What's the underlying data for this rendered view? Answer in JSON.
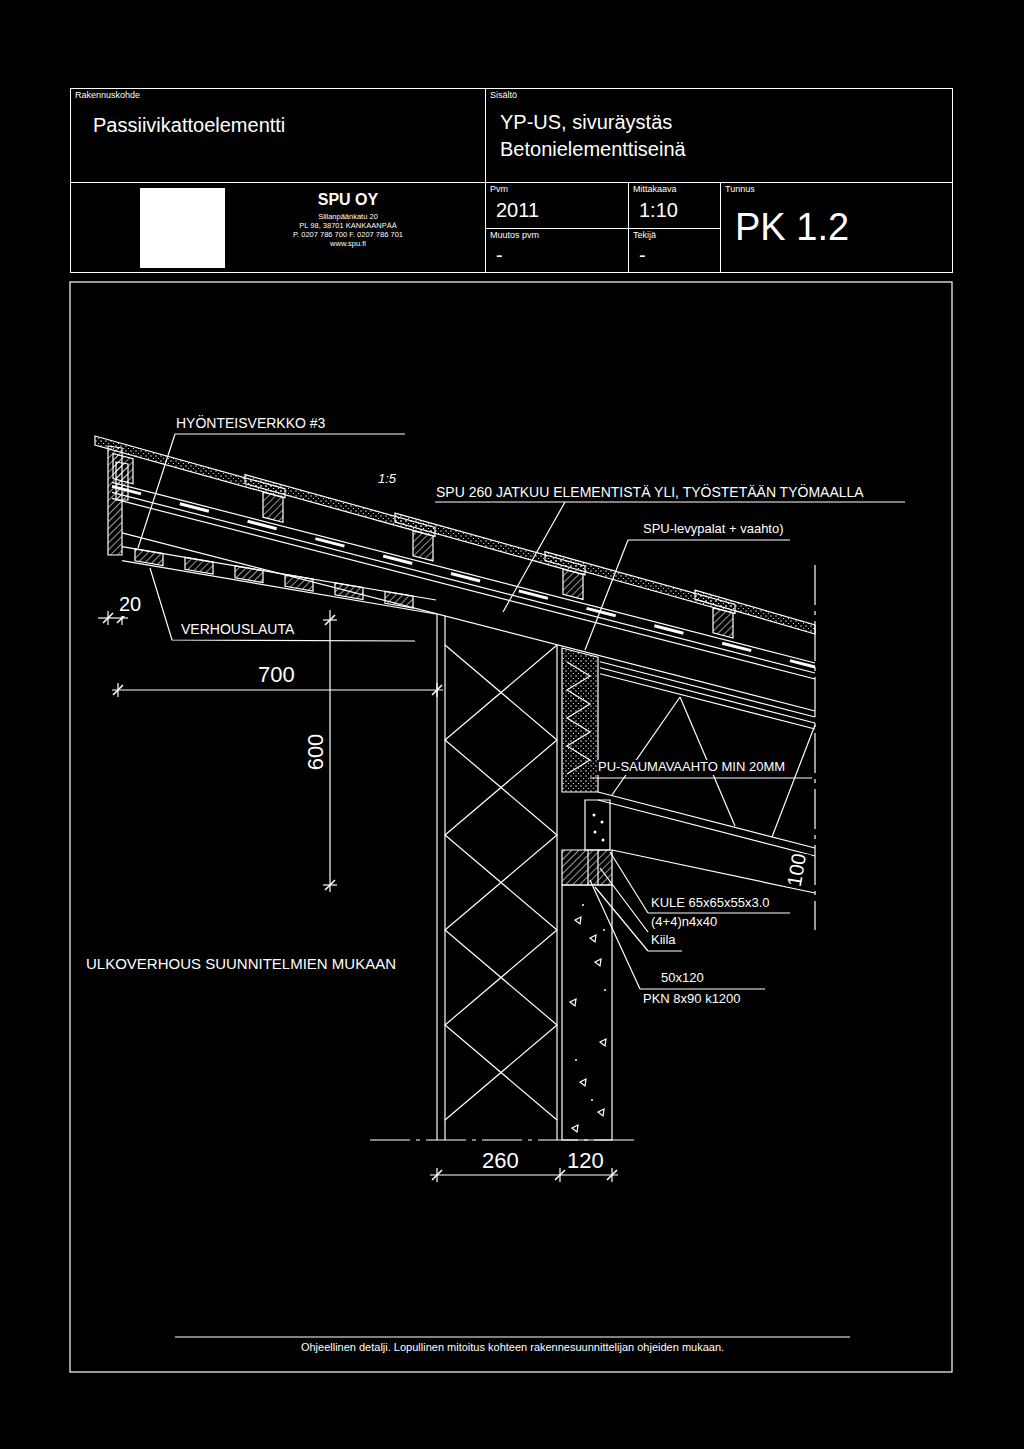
{
  "diagram": {
    "caption": "Ohjeellinen detalji. Lopullinen mitoitus kohteen rakennesuunnittelijan ohjeiden mukaan.",
    "nodes": [
      {
        "text": [
          "Rakennuskohde",
          "Passiivikattoelementti"
        ]
      },
      {
        "text": [
          "Sisältö",
          "YP-US, sivuräystäs Betonielementtiseinä"
        ]
      },
      {
        "text": [
          "SPU OY",
          "Sillanpäänkatu 20",
          "PL 98, 38701 KANKAANPÄÄ",
          "P. 0207 786 700 F. 0207 786 701",
          "www.spu.fi"
        ]
      },
      {
        "text": [
          "Pvm",
          "2011"
        ]
      },
      {
        "text": [
          "Mittakaava",
          "1:10"
        ]
      },
      {
        "text": [
          "Muutos pvm",
          "-"
        ]
      },
      {
        "text": [
          "Tekijä",
          "-"
        ]
      },
      {
        "text": [
          "Tunnus",
          "PK 1.2"
        ]
      }
    ],
    "labels": [
      "HYÖNTEISVERKKO #3",
      "1:5",
      "SPU 260 JATKUU ELEMENTISTÄ YLI, TYÖSTETÄÄN TYÖMAALLA",
      "SPU-levypalat + vaahto)",
      "20",
      "VERHOUSLAUTA",
      "700",
      "600",
      "PU-SAUMAVAAHTO MIN 20MM",
      "100",
      "KULE 65x65x55x3.0",
      "(4+4)n4x40",
      "Kiila",
      "50x120",
      "PKN 8x90 k1200",
      "ULKOVERHOUS SUUNNITELMIEN MUKAAN",
      "260",
      "120"
    ]
  }
}
